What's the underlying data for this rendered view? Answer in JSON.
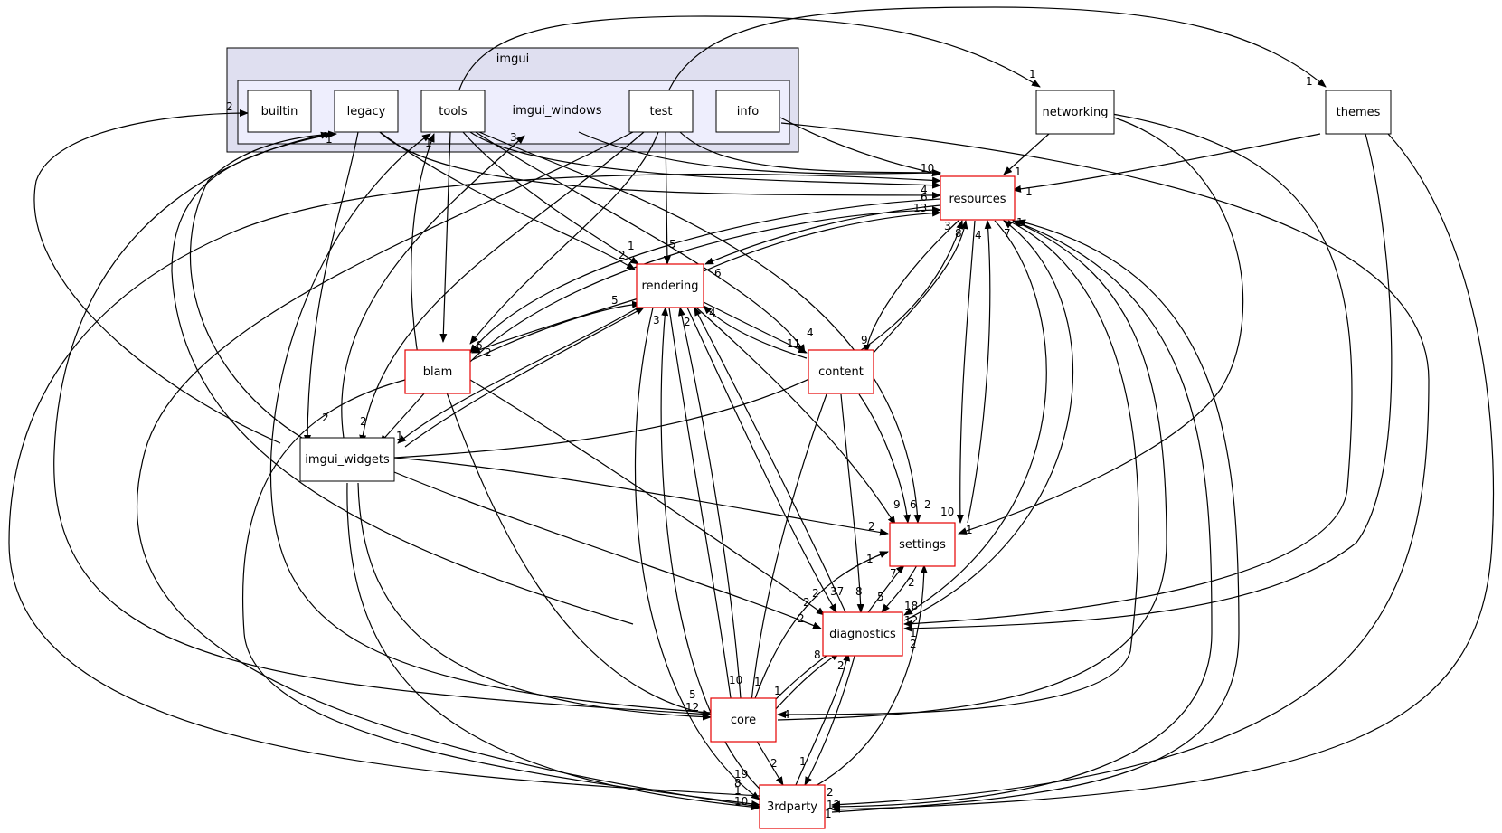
{
  "graph": {
    "clusters": {
      "outer": "imgui",
      "inner": "imgui_windows"
    },
    "nodes": {
      "builtin": "builtin",
      "legacy": "legacy",
      "tools": "tools",
      "test": "test",
      "info": "info",
      "networking": "networking",
      "themes": "themes",
      "resources": "resources",
      "rendering": "rendering",
      "blam": "blam",
      "content": "content",
      "imgui_widgets": "imgui_widgets",
      "settings": "settings",
      "diagnostics": "diagnostics",
      "core": "core",
      "thirdparty": "3rdparty"
    },
    "edge_labels": {
      "l01": "1",
      "l02": "1",
      "l03": "2",
      "l04": "1",
      "l05": "3",
      "l06": "1",
      "l07": "1",
      "l08": "10",
      "l09": "4",
      "l10": "6",
      "l11": "13",
      "l12": "1",
      "l13": "2",
      "l14": "1",
      "l15": "5",
      "l16": "6",
      "l17": "3",
      "l18": "8",
      "l19": "4",
      "l20": "7",
      "l21": "1",
      "l22": "6",
      "l23": "2",
      "l24": "5",
      "l25": "3",
      "l26": "4",
      "l27": "2",
      "l28": "4",
      "l29": "11",
      "l30": "9",
      "l31": "2",
      "l32": "2",
      "l33": "1",
      "l34": "9",
      "l35": "6",
      "l36": "2",
      "l37": "10",
      "l38": "1",
      "l39": "2",
      "l40": "1",
      "l41": "7",
      "l42": "5",
      "l43": "2",
      "l44": "2",
      "l45": "37",
      "l46": "8",
      "l47": "2",
      "l48": "2",
      "l49": "8",
      "l50": "10",
      "l51": "5",
      "l52": "1",
      "l53": "1",
      "l54": "12",
      "l55": "4",
      "l56": "2",
      "l57": "1",
      "l58": "2",
      "l59": "19",
      "l60": "8",
      "l61": "1",
      "l62": "2",
      "l63": "12",
      "l64": "18",
      "l65": "12",
      "l66": "1",
      "l67": "1",
      "l68": "10",
      "l69": "2"
    }
  }
}
